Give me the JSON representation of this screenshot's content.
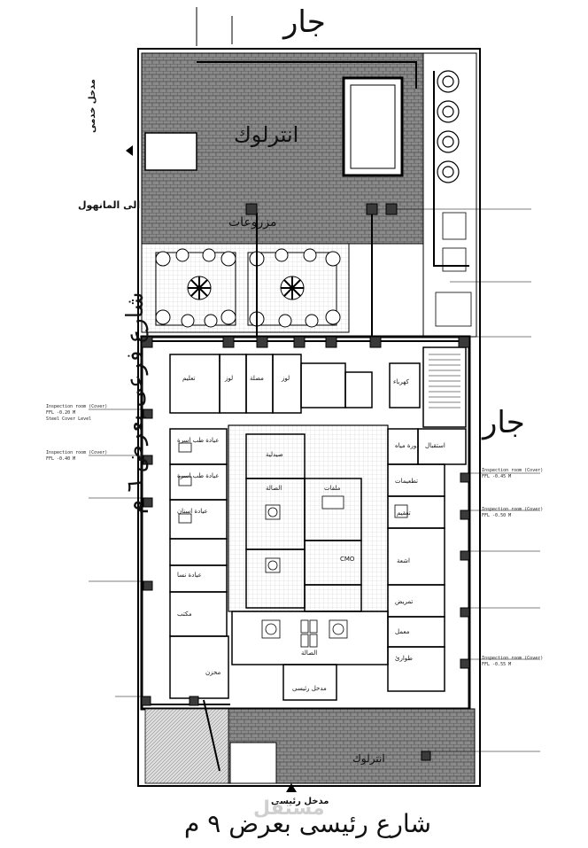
{
  "labels": {
    "top_neighbor": "جار",
    "right_neighbor": "جار",
    "left_street": "شارع فرعى بعرض ٦ م",
    "bottom_street": "شارع رئيسى بعرض ٩ م",
    "main_entrance_bottom": "مدخل رئيسى",
    "service_entrance": "مدخل خدمى",
    "to_manhole": "الى المانهول",
    "interlock_top": "انترلوك",
    "planters": "مزروعات",
    "interlock_bottom": "انترلوك",
    "watermark": "مستقل"
  },
  "rooms": {
    "r_taalim": "تعليم",
    "r_laz1": "لوز",
    "r_mashla": "مصلة",
    "r_laz2": "لوز",
    "r_kahraba": "كهرباء",
    "r_saydaliya": "صيدلية",
    "r_wait_top": "الصالة",
    "r_files": "ملفات",
    "r_clinic_women": "عيادة نسا",
    "r_clinic_teeth": "عيادة اسنان",
    "r_clinic_general": "عيادة طب اسرة",
    "r_clinic_2": "عيادة طب اسرة",
    "r_xray": "اشعة",
    "r_cmo": "CMO",
    "r_ultrasound": "تعقيم",
    "r_wait_bottom": "الصالة",
    "r_entrance": "مدخل رئيسى",
    "r_office": "مكتب",
    "r_lab": "معمل",
    "r_emergency": "طوارئ",
    "r_nursing": "تمريض",
    "r_store": "مخزن",
    "r_toilets": "دورة مياه",
    "r_registration": "استقبال",
    "r_vaccines": "تطعيمات"
  },
  "callouts": [
    "Inspection room (Cover)",
    "FFL -0.20 M",
    "Steel Cover Level",
    "Inspection room (Cover)",
    "FFL -0.40 M",
    "Inspection room (Cover)",
    "FFL -0.45 M",
    "Inspection room (Cover)",
    "FFL -0.50 M",
    "Inspection room (Cover)",
    "FFL -0.55 M"
  ]
}
